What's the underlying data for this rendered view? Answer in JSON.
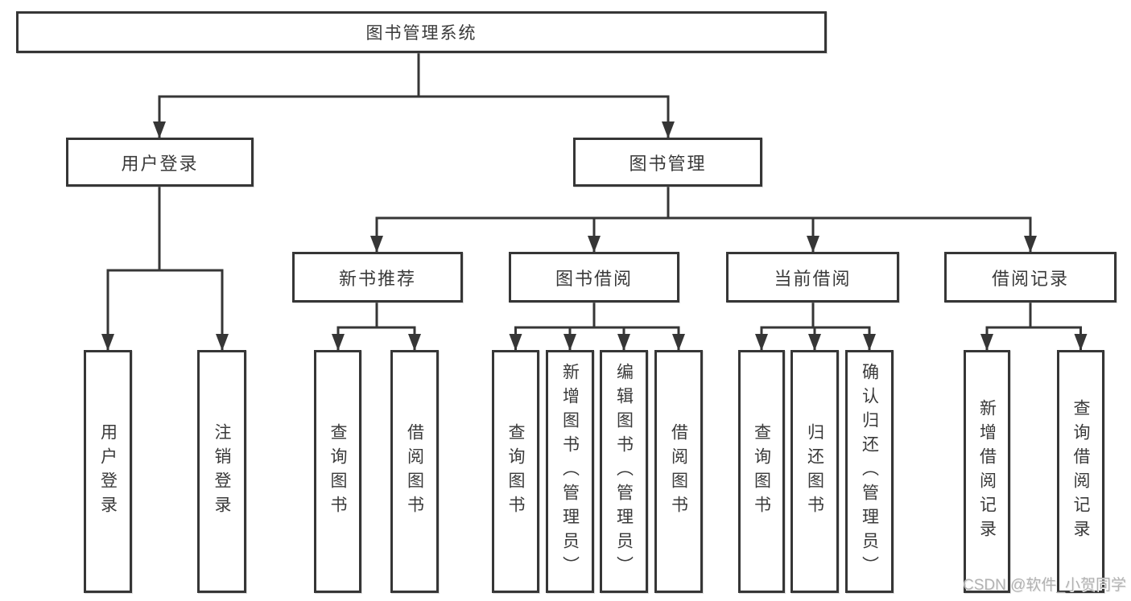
{
  "tree": {
    "label": "图书管理系统",
    "children": [
      {
        "label": "用户登录",
        "children": [
          {
            "label": "用户登录"
          },
          {
            "label": "注销登录"
          }
        ]
      },
      {
        "label": "图书管理",
        "children": [
          {
            "label": "新书推荐",
            "children": [
              {
                "label": "查询图书"
              },
              {
                "label": "借阅图书"
              }
            ]
          },
          {
            "label": "图书借阅",
            "children": [
              {
                "label": "查询图书"
              },
              {
                "label": "新增图书（管理员）"
              },
              {
                "label": "编辑图书（管理员）"
              },
              {
                "label": "借阅图书"
              }
            ]
          },
          {
            "label": "当前借阅",
            "children": [
              {
                "label": "查询图书"
              },
              {
                "label": "归还图书"
              },
              {
                "label": "确认归还（管理员）"
              }
            ]
          },
          {
            "label": "借阅记录",
            "children": [
              {
                "label": "新增借阅记录"
              },
              {
                "label": "查询借阅记录"
              }
            ]
          }
        ]
      }
    ]
  },
  "watermark": {
    "text": "CSDN @软件_小贺同学"
  },
  "colors": {
    "line": "#363636",
    "box_border": "#363636",
    "box_fill": "#ffffff",
    "text": "#3a3a3a",
    "watermark_text": "#b2b2b2",
    "background": "#ffffff"
  }
}
